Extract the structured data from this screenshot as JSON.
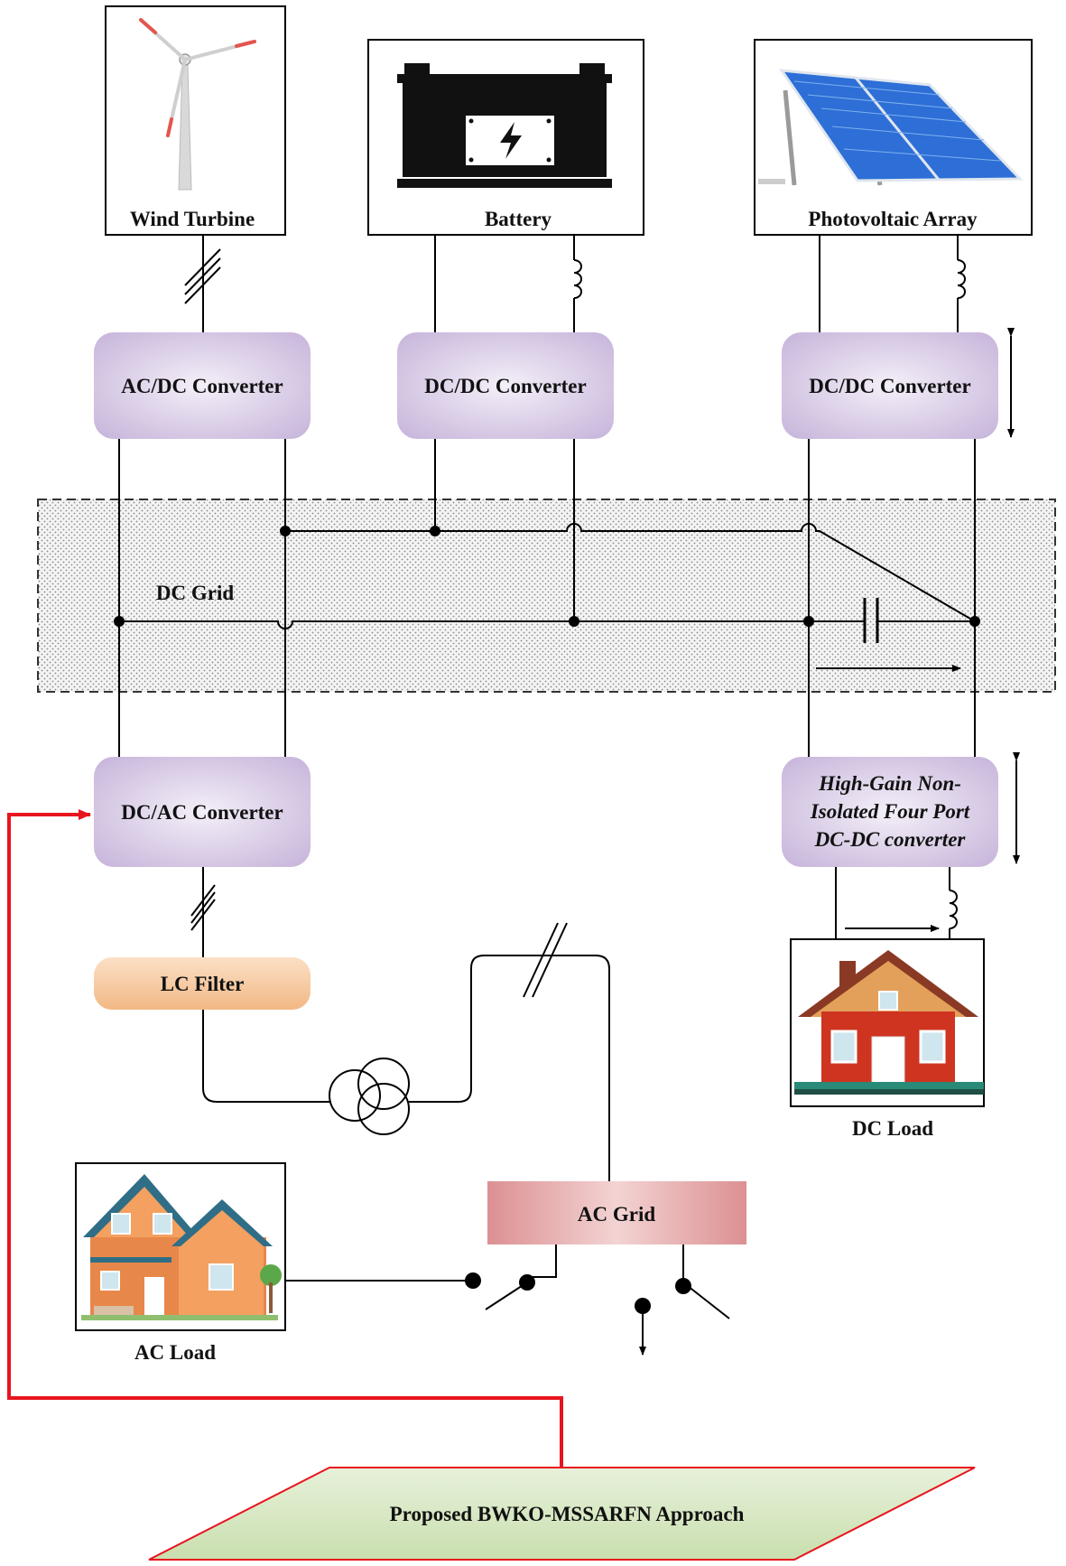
{
  "sources": {
    "wind": {
      "label": "Wind Turbine"
    },
    "battery": {
      "label": "Battery"
    },
    "pv": {
      "label": "Photovoltaic Array"
    }
  },
  "converters": {
    "acdc": "AC/DC Converter",
    "dcdc_battery": "DC/DC Converter",
    "dcdc_pv": "DC/DC Converter",
    "dcac": "DC/AC Converter",
    "four_port": [
      "High-Gain Non-",
      "Isolated Four Port",
      "DC-DC converter"
    ]
  },
  "dc_grid": {
    "label": "DC Grid"
  },
  "lc_filter": {
    "label": "LC Filter"
  },
  "ac_grid": {
    "label": "AC Grid"
  },
  "loads": {
    "ac": "AC Load",
    "dc": "DC Load"
  },
  "approach": {
    "label": "Proposed BWKO-MSSARFN Approach"
  },
  "colors": {
    "converter_fill": "#d3c5e2",
    "lc_filter_fill": "#f6c79e",
    "ac_grid_fill": "#e4a5a6",
    "approach_fill": "#d8e8c2",
    "control_line": "#e8141e",
    "dc_grid_hatch": "#888888"
  }
}
